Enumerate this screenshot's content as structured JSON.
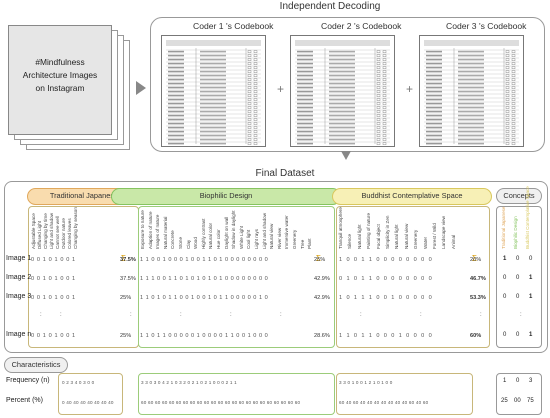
{
  "top_title": "Independent Decoding",
  "source_label_lines": [
    "#Mindfulness",
    "Architecture Images",
    "on Instagram"
  ],
  "codebooks": [
    "Coder 1 's Codebook",
    "Coder 2 's Codebook",
    "Coder 3 's Codebook"
  ],
  "plus": "+",
  "final_title": "Final Dataset",
  "categories": {
    "traditional": "Traditional Japanese",
    "biophilic": "Biophilic Design",
    "buddhist": "Buddhist Contemplative Space",
    "concepts": "Concepts"
  },
  "trad_vars": [
    "Adjustable Space",
    "Diffused Light",
    "Changing by time",
    "Light and shadow",
    "Cannot see well",
    "Outdoor nature",
    "Colored leaves",
    "Changing by season"
  ],
  "bio_vars": [
    "Exposure to nature",
    "Adaption of nature",
    "Images of nature",
    "Natural material",
    "Concrete",
    "Stone",
    "Clay",
    "Wood",
    "Highly contrast",
    "Natural color",
    "Hue color",
    "Daylight on wall",
    "Shadow in daylight",
    "White Light",
    "Cool light",
    "Light rays",
    "Light and shadow",
    "Natural view",
    "River view",
    "Immersive water",
    "Greenery",
    "Tree",
    "Plant"
  ],
  "budd_vars": [
    "Tranquil atmosphere",
    "Silence",
    "Natural light",
    "Painting of nature",
    "Focal object",
    "Simplicity in Zen",
    "Natural light",
    "Natural view",
    "Greenery",
    "Water",
    "Forest / Wild",
    "Landscape view",
    "Animal"
  ],
  "concept_vars": [
    "Traditional Japanese",
    "Biophilic Design",
    "Buddhist Contemplative Space"
  ],
  "sigma_symbol": "Σ",
  "rows": [
    {
      "label": "Image 1",
      "trad": "0 0 1 0 1 0 0 1",
      "trad_pct": "37.5%",
      "trad_bold": true,
      "bio": "1 1 0 0 1 0 0 0 1 0 0 1 1 0 1 0 0 0 0 0 0 0 0",
      "bio_pct": "25%",
      "bio_bold": false,
      "budd": "1 0 0 1 1 0 0 0 0 0 0 0 0",
      "budd_pct": "20%",
      "budd_bold": false,
      "concepts": [
        "1",
        "0",
        "0"
      ]
    },
    {
      "label": "Image 2",
      "trad": "0 0 1 0 1 0 0 1",
      "trad_pct": "37.5%",
      "trad_bold": false,
      "bio": "1 1 1 0 0 1 1 0 1 0 1 0 1 0 1 0 0 0 0 0 0 0 0",
      "bio_pct": "42.9%",
      "bio_bold": false,
      "budd": "0 1 0 1 1 0 0 0 0 0 0 0 0",
      "budd_pct": "46.7%",
      "budd_bold": true,
      "concepts": [
        "0",
        "0",
        "1"
      ]
    },
    {
      "label": "Image 3",
      "trad": "0 0 1 0 1 0 0 1",
      "trad_pct": "25%",
      "trad_bold": false,
      "bio": "1 1 0 1 0 1 1 0 0 1 0 0 1 0 1 1 0 0 0 0 0 1 0",
      "bio_pct": "42.9%",
      "bio_bold": false,
      "budd": "1 0 1 1 1 0 0 1 0 0 0 0 0",
      "budd_pct": "53.3%",
      "budd_bold": true,
      "concepts": [
        "0",
        "0",
        "1"
      ]
    },
    {
      "label": "Image n",
      "trad": "0 0 1 0 1 0 0 1",
      "trad_pct": "25%",
      "trad_bold": false,
      "bio": "1 1 0 1 1 0 0 0 0 0 1 0 0 0 0 1 1 0 0 1 0 0 0",
      "bio_pct": "28.6%",
      "bio_bold": false,
      "budd": "1 1 0 1 1 0 0 0 1 0 0 0 0",
      "budd_pct": "60%",
      "budd_bold": true,
      "concepts": [
        "0",
        "0",
        "1"
      ]
    }
  ],
  "dots": ":",
  "characteristics": "Characteristics",
  "freq_label": "Frequency (n)",
  "pct_label": "Percent (%)",
  "freq_trad": "0 2 3 4 0 3 0 0",
  "freq_bio": "3 3 0 3 0 4 2 1 0 3 2 0 2 1 0 2 1 0 0 0 2 1 1",
  "freq_budd": "3 3 0 1 0 0 1 2 1 0 1 0 0",
  "freq_concepts": [
    "1",
    "0",
    "3"
  ],
  "pct_trad": "0 40 40 40 40 40 40 40",
  "pct_bio": "60 60 60 60 60 60 60 60 60 60 60 60 60 60 60 60 60 60 60 60 60 60 60",
  "pct_budd": "60 40 60 40 40 40 40 40 40 40 60 40 60",
  "pct_concepts": [
    "25",
    "00",
    "75"
  ],
  "colors": {
    "trad": "#f9dcae",
    "trad_border": "#e0a85c",
    "bio": "#c9e8a8",
    "bio_border": "#86c460",
    "budd": "#f7f0b6",
    "budd_border": "#d9c85e",
    "sigma": "#d79a00"
  }
}
